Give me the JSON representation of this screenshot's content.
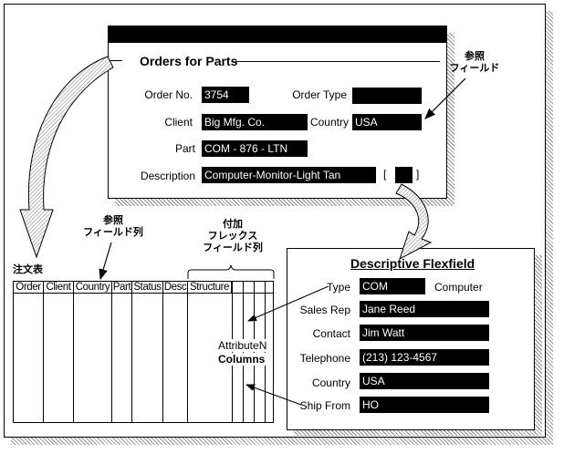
{
  "orders_window": {
    "title": "Orders for Parts",
    "order_no": {
      "label": "Order No.",
      "value": "3754"
    },
    "order_type": {
      "label": "Order Type",
      "value": ""
    },
    "client": {
      "label": "Client",
      "value": "Big Mfg. Co."
    },
    "country": {
      "label": "Country",
      "value": "USA"
    },
    "part": {
      "label": "Part",
      "value": "COM - 876 - LTN"
    },
    "description": {
      "label": "Description",
      "value": "Computer-Monitor-Light Tan"
    },
    "flex_open": "[",
    "flex_close": "]"
  },
  "annotations": {
    "reference_field": "参照\nフィールド",
    "reference_field_column": "参照\nフィールド列",
    "added_flex_column": "付加\nフレックス\nフィールド列",
    "order_table": "注文表"
  },
  "order_table": {
    "columns": [
      "Order",
      "Client",
      "Country",
      "Part",
      "Status",
      "Desc",
      "Structure"
    ],
    "attribute_label": "AttributeN",
    "columns_label": "Columns"
  },
  "flexfield_window": {
    "title": "Descriptive Flexfield",
    "type": {
      "label": "Type",
      "value": "COM",
      "extra": "Computer"
    },
    "sales_rep": {
      "label": "Sales Rep",
      "value": "Jane Reed"
    },
    "contact": {
      "label": "Contact",
      "value": "Jim Watt"
    },
    "telephone": {
      "label": "Telephone",
      "value": "(213) 123-4567"
    },
    "country": {
      "label": "Country",
      "value": "USA"
    },
    "ship_from": {
      "label": "Ship From",
      "value": "HO"
    }
  }
}
